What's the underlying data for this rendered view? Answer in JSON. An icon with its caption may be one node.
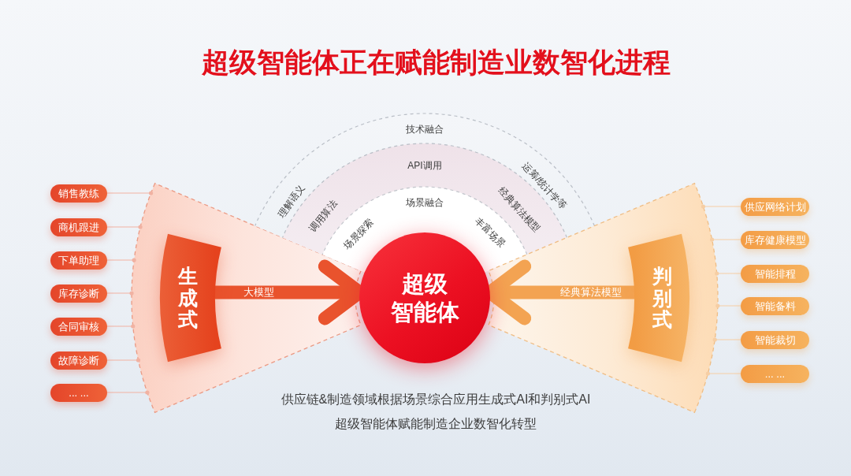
{
  "diagram": {
    "title": "超级智能体正在赋能制造业数智化进程",
    "nodes": [
      {
        "text": [],
        "shape": "fan"
      },
      {
        "text": [
          "生成式"
        ],
        "in": 0
      },
      {
        "text": [
          "销售教练"
        ]
      },
      {
        "text": [
          "商机跟进"
        ]
      },
      {
        "text": [
          "下单助理"
        ]
      },
      {
        "text": [
          "库存诊断"
        ]
      },
      {
        "text": [
          "合同审核"
        ]
      },
      {
        "text": [
          "故障诊断"
        ]
      },
      {
        "text": [
          "... ..."
        ]
      },
      {
        "text": [
          "技术融合",
          "理解语义",
          "运筹/统计学等"
        ]
      },
      {
        "text": [
          "API调用",
          "调用算法",
          "经典算法模型"
        ],
        "in": 9
      },
      {
        "text": [
          "场景融合",
          "场景探索",
          "丰富场景"
        ],
        "in": 10
      },
      {
        "text": [
          "超级智能体"
        ]
      },
      {
        "text": [],
        "shape": "fan"
      },
      {
        "text": [
          "判别式"
        ],
        "in": 13
      },
      {
        "text": [
          "供应网络计划"
        ]
      },
      {
        "text": [
          "库存健康模型"
        ]
      },
      {
        "text": [
          "智能排程"
        ]
      },
      {
        "text": [
          "智能备料"
        ]
      },
      {
        "text": [
          "智能裁切"
        ]
      },
      {
        "text": [
          "... ..."
        ]
      }
    ],
    "edges": [
      {
        "from": 2,
        "to": 0,
        "arrow": "other"
      },
      {
        "from": 3,
        "to": 0,
        "arrow": "other"
      },
      {
        "from": 4,
        "to": 0,
        "arrow": "other"
      },
      {
        "from": 5,
        "to": 0,
        "arrow": "other"
      },
      {
        "from": 6,
        "to": 0,
        "arrow": "other"
      },
      {
        "from": 7,
        "to": 0,
        "arrow": "other"
      },
      {
        "from": 8,
        "to": 0,
        "arrow": "other"
      },
      {
        "from": 1,
        "to": 12,
        "arrow": "to",
        "label": "大模型",
        "style": "thick",
        "color": "#e9532d"
      },
      {
        "from": 14,
        "to": 12,
        "arrow": "to",
        "label": "经典算法模型",
        "style": "thick",
        "color": "#f3a352"
      },
      {
        "from": 15,
        "to": 13,
        "arrow": "other",
        "color": "#f6cea4"
      },
      {
        "from": 16,
        "to": 13,
        "arrow": "other",
        "color": "#f6cea4"
      },
      {
        "from": 17,
        "to": 13,
        "arrow": "other",
        "color": "#f6cea4"
      },
      {
        "from": 18,
        "to": 13,
        "arrow": "other",
        "color": "#f6cea4"
      },
      {
        "from": 19,
        "to": 13,
        "arrow": "other",
        "color": "#f6cea4"
      },
      {
        "from": 20,
        "to": 13,
        "arrow": "other",
        "color": "#f6cea4"
      }
    ],
    "labels": [
      "供应链&制造领域根据场景综合应用生成式AI和判别式AI",
      "超级智能体赋能制造企业数智化转型"
    ]
  }
}
